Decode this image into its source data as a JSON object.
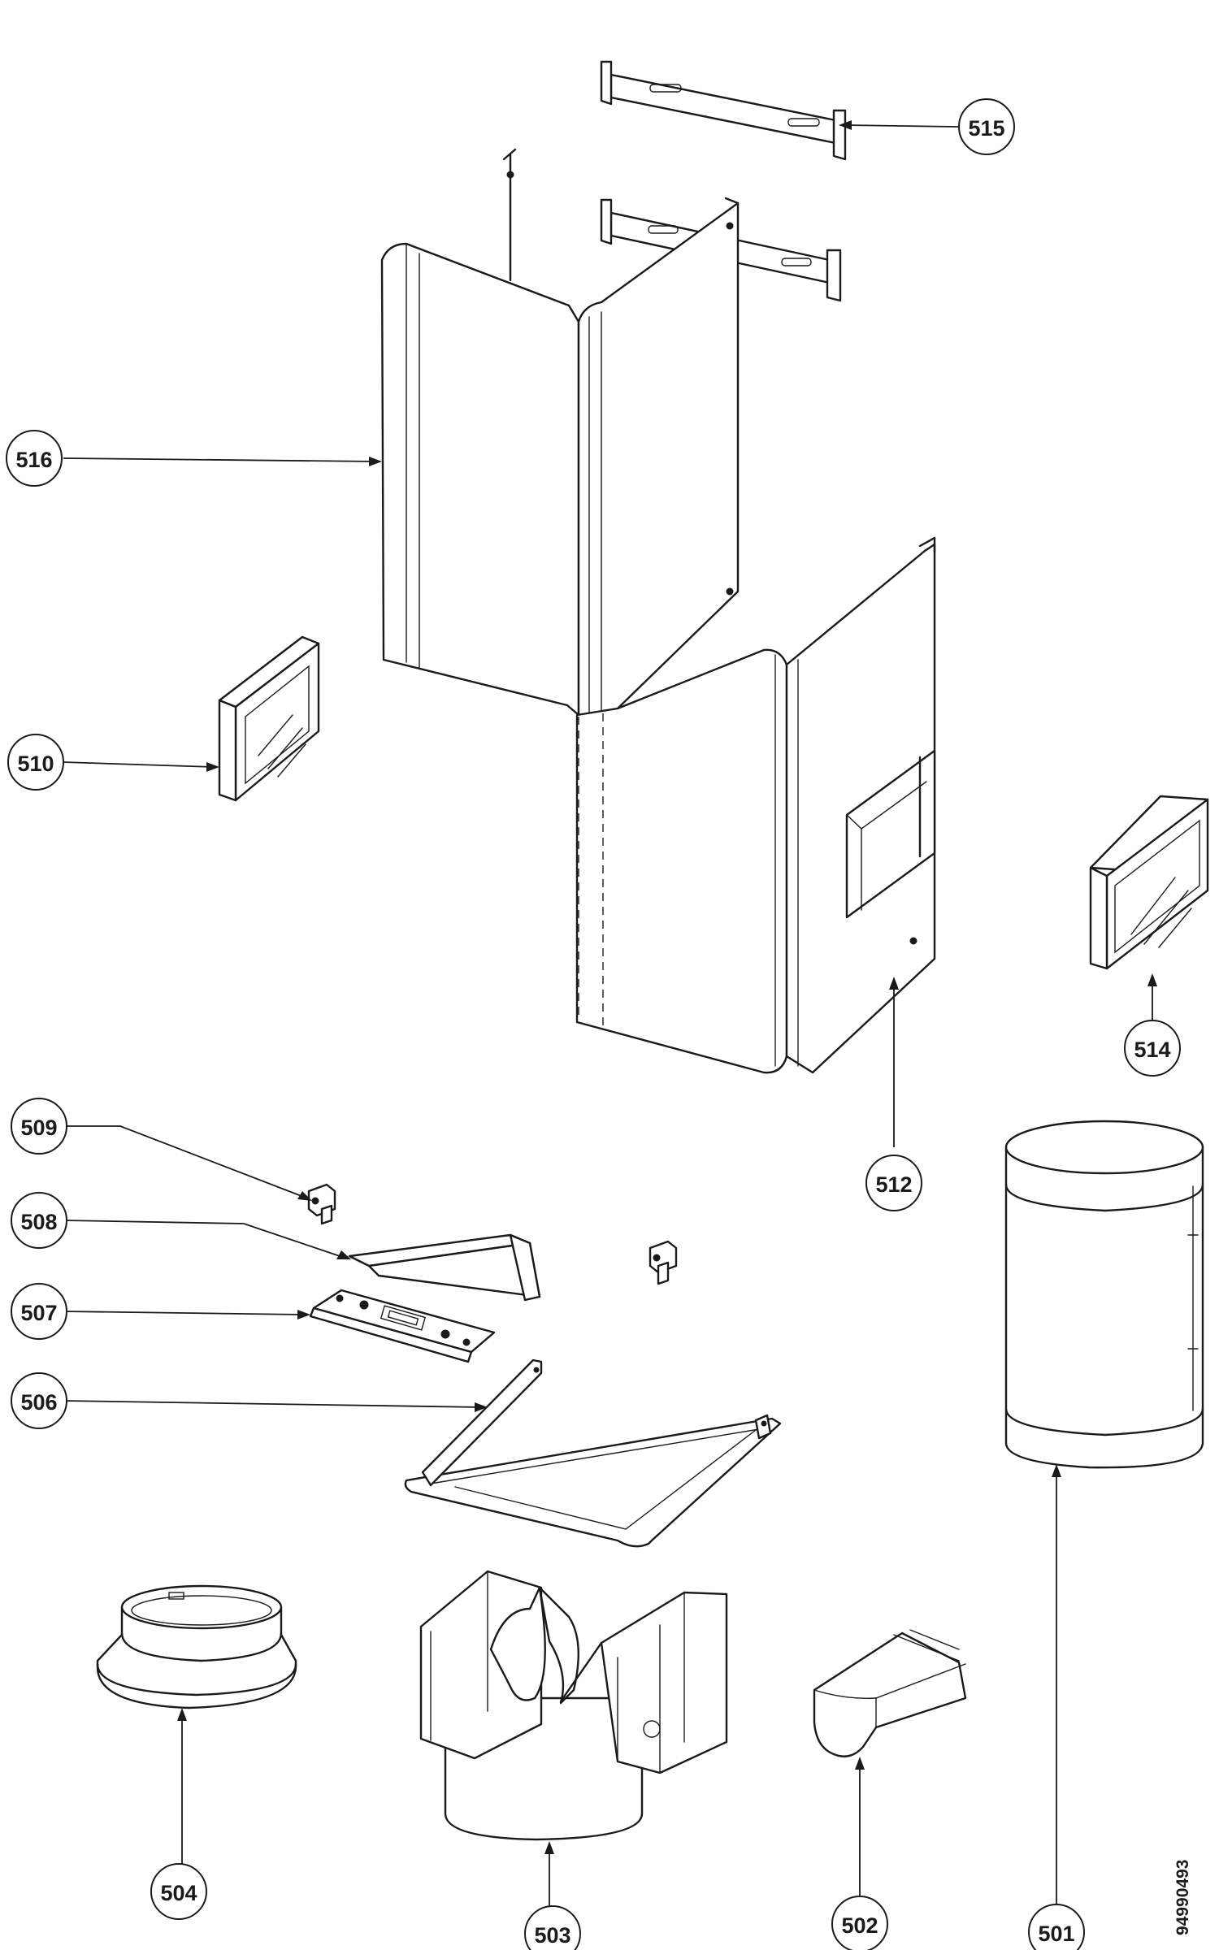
{
  "drawing_number": "94990493",
  "callouts": {
    "c501": "501",
    "c502": "502",
    "c503": "503",
    "c504": "504",
    "c506": "506",
    "c507": "507",
    "c508": "508",
    "c509": "509",
    "c510": "510",
    "c512": "512",
    "c514": "514",
    "c515": "515",
    "c516": "516"
  }
}
